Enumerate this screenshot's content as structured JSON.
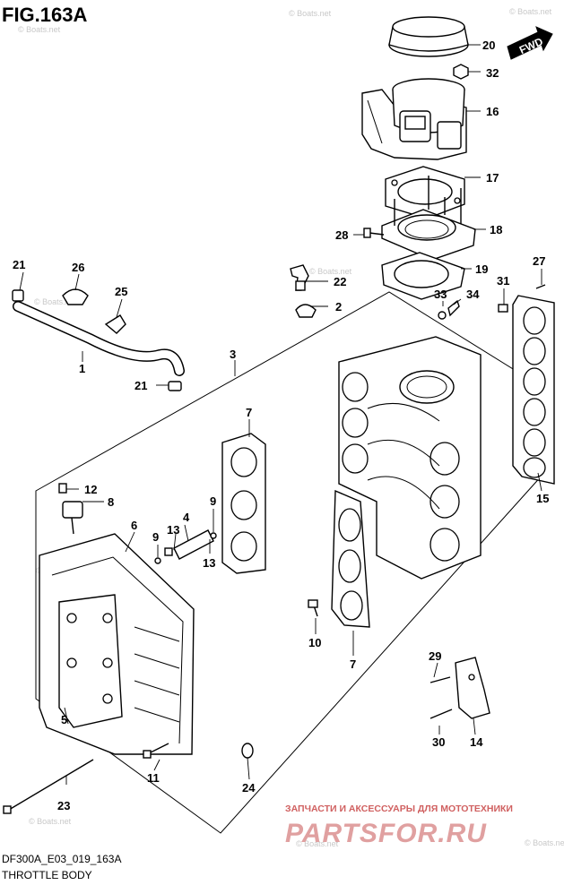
{
  "figure": {
    "title": "FIG.163A",
    "code": "DF300A_E03_019_163A",
    "caption": "THROTTLE BODY",
    "fwd_label": "FWD"
  },
  "watermarks": {
    "boats": "© Boats.net",
    "promo": "ЗАПЧАСТИ И АКСЕССУАРЫ ДЛЯ МОТОТЕХНИКИ",
    "brand": "PARTSFOR.RU"
  },
  "callouts": {
    "c1": "1",
    "c2": "2",
    "c3": "3",
    "c4": "4",
    "c5": "5",
    "c6": "6",
    "c7a": "7",
    "c7b": "7",
    "c8": "8",
    "c9a": "9",
    "c9b": "9",
    "c10": "10",
    "c11": "11",
    "c12": "12",
    "c13a": "13",
    "c13b": "13",
    "c14": "14",
    "c15": "15",
    "c16": "16",
    "c17": "17",
    "c18": "18",
    "c19": "19",
    "c20": "20",
    "c21a": "21",
    "c21b": "21",
    "c22": "22",
    "c23": "23",
    "c24": "24",
    "c25": "25",
    "c26": "26",
    "c27": "27",
    "c28": "28",
    "c29": "29",
    "c30": "30",
    "c31": "31",
    "c32": "32",
    "c33": "33",
    "c34": "34"
  }
}
